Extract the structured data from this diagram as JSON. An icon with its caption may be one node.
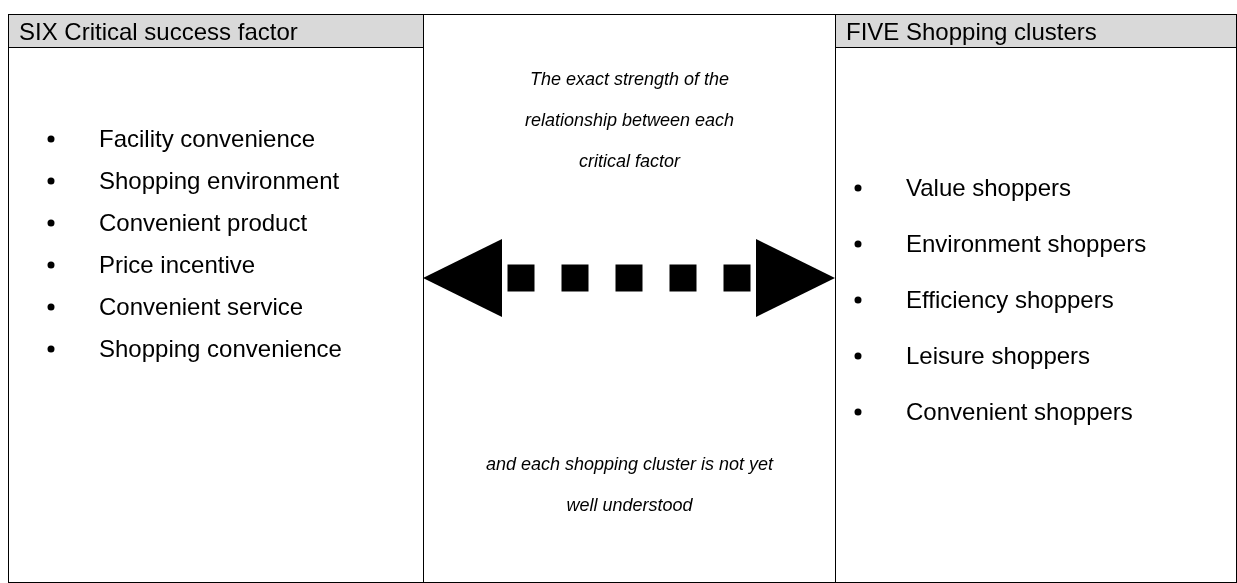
{
  "diagram": {
    "nodes": [
      {
        "text": [
          "SIX Critical success factor",
          "Facility convenience",
          "Shopping environment",
          "Convenient product",
          "Price incentive",
          "Convenient service",
          "Shopping convenience"
        ]
      },
      {
        "text": [
          "FIVE Shopping clusters",
          "Value shoppers",
          "Environment shoppers",
          "Efficiency shoppers",
          "Leisure shoppers",
          "Convenient shoppers"
        ]
      }
    ],
    "edges": [
      {
        "from": 0,
        "to": 1,
        "arrow": "both",
        "style": "dashed"
      }
    ],
    "labels": [
      "The exact strength of the relationship between each critical factor",
      "and each shopping cluster is not yet well understood"
    ]
  }
}
